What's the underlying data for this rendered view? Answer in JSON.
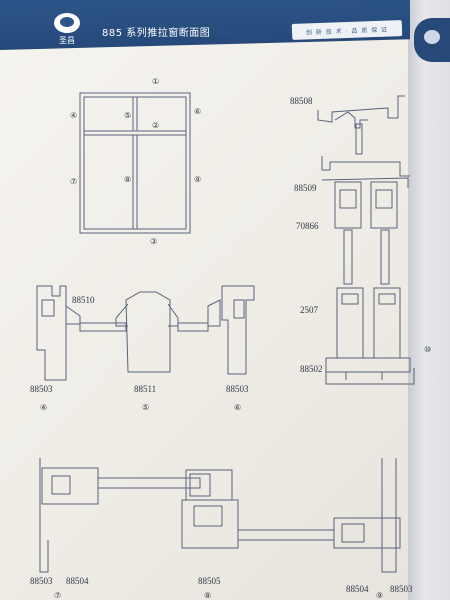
{
  "header": {
    "logo_text": "圣昌",
    "title": "885 系列推拉窗断面图",
    "slogan": "创 新 技 术 · 品 质 保 证"
  },
  "elevation": {
    "markers": [
      "①",
      "②",
      "③",
      "④",
      "⑤",
      "⑥",
      "⑦",
      "⑧",
      "⑨"
    ]
  },
  "section_right": {
    "labels": [
      "88508",
      "88509",
      "70866",
      "2507",
      "88502"
    ],
    "marker": "⑩"
  },
  "section_mid": {
    "profile_labels": [
      "88510",
      "88503",
      "88511",
      "88503"
    ],
    "markers": [
      "④",
      "⑤",
      "⑥"
    ]
  },
  "section_bottom": {
    "profile_labels": [
      "88503",
      "88504",
      "88505",
      "88504",
      "88503"
    ],
    "markers": [
      "⑦",
      "⑧",
      "⑨"
    ]
  },
  "icons": [
    "logo-icon"
  ]
}
